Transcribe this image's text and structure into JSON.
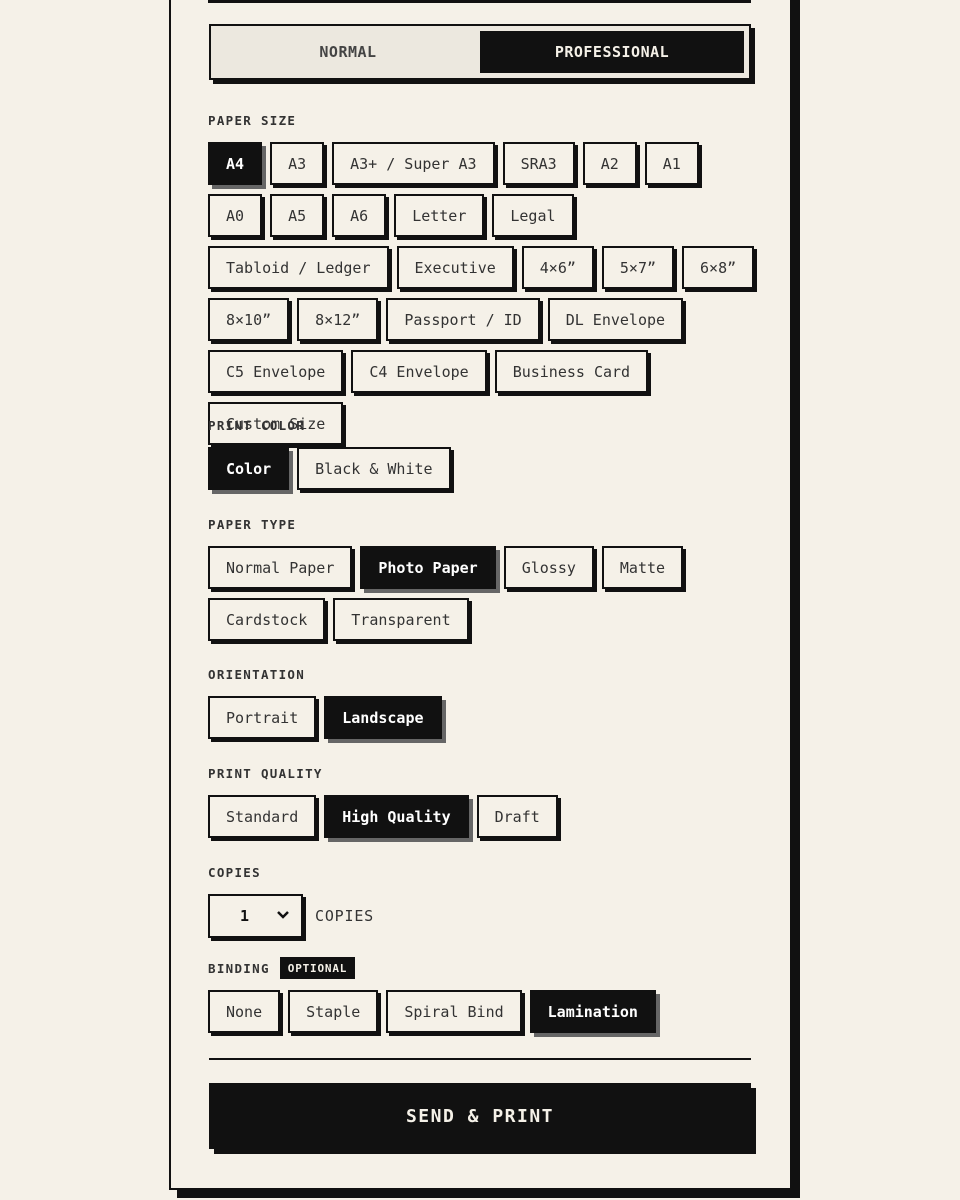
{
  "mode": {
    "options": [
      "NORMAL",
      "PROFESSIONAL"
    ],
    "selected": "PROFESSIONAL"
  },
  "paper_size": {
    "label": "PAPER SIZE",
    "options": [
      "A4",
      "A3",
      "A3+ / Super A3",
      "SRA3",
      "A2",
      "A1",
      "A0",
      "A5",
      "A6",
      "Letter",
      "Legal",
      "Tabloid / Ledger",
      "Executive",
      "4×6”",
      "5×7”",
      "6×8”",
      "8×10”",
      "8×12”",
      "Passport / ID",
      "DL Envelope",
      "C5 Envelope",
      "C4 Envelope",
      "Business Card",
      "Custom Size"
    ],
    "selected": "A4"
  },
  "print_color": {
    "label": "PRINT COLOR",
    "options": [
      "Color",
      "Black & White"
    ],
    "selected": "Color"
  },
  "paper_type": {
    "label": "PAPER TYPE",
    "options": [
      "Normal Paper",
      "Photo Paper",
      "Glossy",
      "Matte",
      "Cardstock",
      "Transparent"
    ],
    "selected": "Photo Paper"
  },
  "orientation": {
    "label": "ORIENTATION",
    "options": [
      "Portrait",
      "Landscape"
    ],
    "selected": "Landscape"
  },
  "print_quality": {
    "label": "PRINT QUALITY",
    "options": [
      "Standard",
      "High Quality",
      "Draft"
    ],
    "selected": "High Quality"
  },
  "copies": {
    "label": "COPIES",
    "value": "1",
    "unit": "COPIES"
  },
  "binding": {
    "label": "BINDING",
    "badge": "OPTIONAL",
    "options": [
      "None",
      "Staple",
      "Spiral Bind",
      "Lamination"
    ],
    "selected": "Lamination"
  },
  "submit": {
    "label": "SEND & PRINT"
  },
  "icons": {
    "copies_dropdown": "chevron-down-icon"
  },
  "colors": {
    "ink": "#111111",
    "paper": "#f5f1e8",
    "active_shadow": "#666666"
  }
}
